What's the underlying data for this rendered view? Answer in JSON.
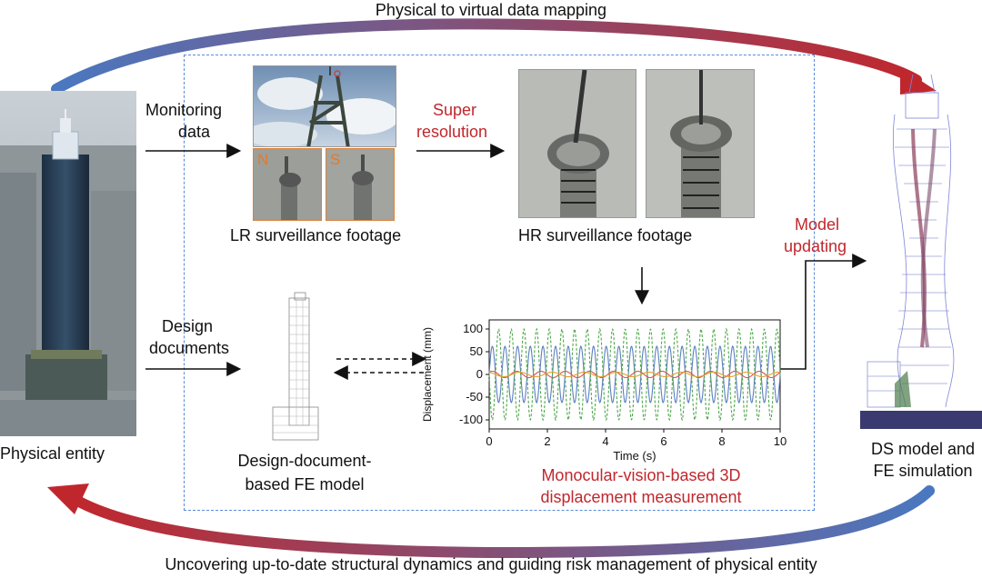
{
  "labels": {
    "top_arc": "Physical to virtual data mapping",
    "bottom_arc": "Uncovering up-to-date structural dynamics and guiding risk management of physical entity",
    "physical_entity": "Physical entity",
    "monitoring_line1": "Monitoring",
    "monitoring_line2": "data",
    "design_line1": "Design",
    "design_line2": "documents",
    "lr_footage": "LR surveillance footage",
    "hr_footage": "HR surveillance footage",
    "super_line1": "Super",
    "super_line2": "resolution",
    "model_line1": "Model",
    "model_line2": "updating",
    "fe_line1": "Design-document-",
    "fe_line2": "based FE model",
    "mono_line1": "Monocular-vision-based 3D",
    "mono_line2": "displacement measurement",
    "ds_line1": "DS model and",
    "ds_line2": "FE simulation",
    "north": "N",
    "south": "S"
  },
  "colors": {
    "accent_red": "#c0272d",
    "accent_blue": "#4a78c0",
    "frame_blue": "#5a8ad8",
    "corner_orange": "#e07b2c"
  },
  "chart_data": {
    "type": "line",
    "xlabel": "Time (s)",
    "ylabel": "Displacement (mm)",
    "xlim": [
      0,
      10
    ],
    "ylim": [
      -120,
      120
    ],
    "xticks": [
      0,
      2,
      4,
      6,
      8,
      10
    ],
    "yticks": [
      100,
      50,
      0,
      -50,
      -100
    ],
    "series": [
      {
        "color": "#5b7fc2",
        "style": "solid",
        "amplitude": 62,
        "frequency_hz": 2.3,
        "phase": 0.0
      },
      {
        "color": "#4fa84a",
        "style": "dashed",
        "amplitude": 100,
        "frequency_hz": 2.3,
        "phase": 3.14
      },
      {
        "color": "#d9534a",
        "style": "solid",
        "amplitude": 7,
        "frequency_hz": 1.2,
        "phase": 0.7
      },
      {
        "color": "#e0a030",
        "style": "solid",
        "amplitude": 5,
        "frequency_hz": 0.9,
        "phase": 1.9
      }
    ]
  }
}
